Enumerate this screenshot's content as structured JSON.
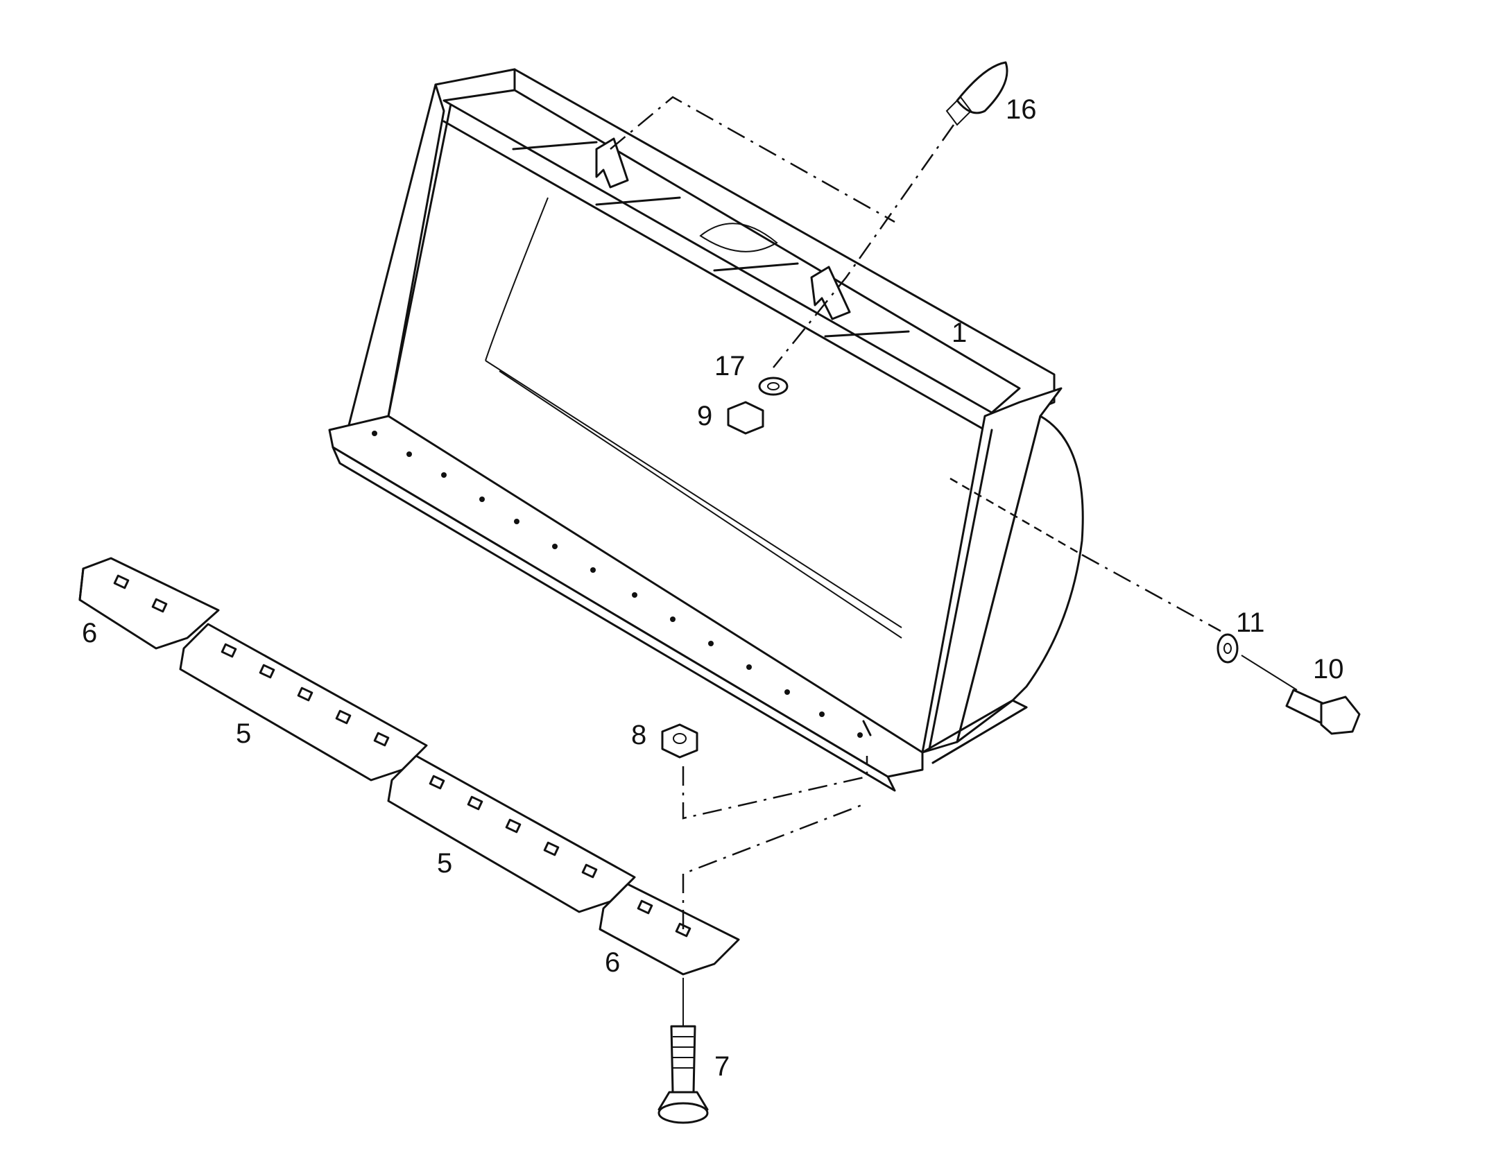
{
  "diagram": {
    "callouts": {
      "c1": "1",
      "c5a": "5",
      "c5b": "5",
      "c6a": "6",
      "c6b": "6",
      "c7": "7",
      "c8": "8",
      "c9": "9",
      "c10": "10",
      "c11": "11",
      "c16": "16",
      "c17": "17"
    }
  }
}
